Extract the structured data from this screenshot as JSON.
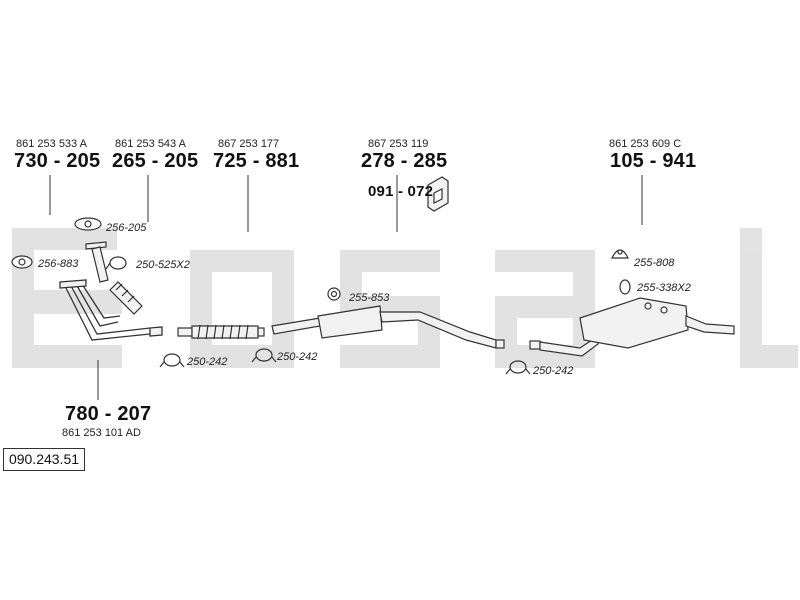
{
  "reference": "090.243.51",
  "groups": [
    {
      "oem": "861 253 533 A",
      "part": "730 - 205"
    },
    {
      "oem": "861 253 543 A",
      "part": "265 - 205"
    },
    {
      "oem": "867 253 177",
      "part": "725 - 881"
    },
    {
      "oem": "867 253 119",
      "part": "278 - 285"
    },
    {
      "oem": "861 253 609 C",
      "part": "105 - 941"
    },
    {
      "oem": "861 253 101 AD",
      "part": "780 - 207"
    }
  ],
  "hanger_part": "091 - 072",
  "accessories": [
    "256-205",
    "256-883",
    "250-525X2",
    "255-853",
    "255-808",
    "255-338X2",
    "250-242",
    "250-242",
    "250-242"
  ],
  "watermark": "bosal",
  "colors": {
    "line": "#333333",
    "pipe_fill": "#f2f2f2",
    "watermark": "#d9d9d9"
  }
}
